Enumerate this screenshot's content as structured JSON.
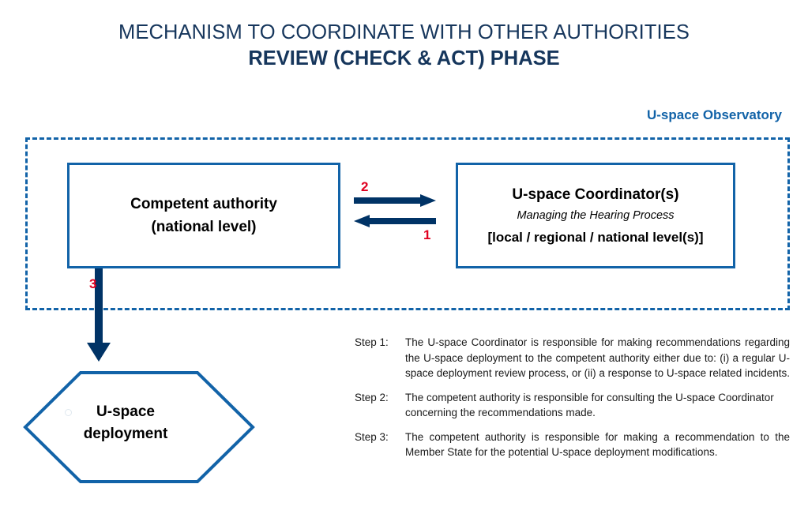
{
  "title": {
    "line1": "MECHANISM TO COORDINATE WITH OTHER AUTHORITIES",
    "line2": "REVIEW (CHECK & ACT) PHASE"
  },
  "container": {
    "label": "U-space Observatory"
  },
  "nodes": {
    "competent_authority": {
      "line1": "Competent authority",
      "line2": "(national level)"
    },
    "coordinator": {
      "title": "U-space Coordinator(s)",
      "subtitle": "Managing the Hearing Process",
      "levels": "[local / regional / national level(s)]"
    },
    "deployment": {
      "line1": "U-space",
      "line2": "deployment"
    }
  },
  "arrows": [
    {
      "id": "arrow-2",
      "number": "2",
      "direction": "right",
      "from": "competent_authority",
      "to": "coordinator"
    },
    {
      "id": "arrow-1",
      "number": "1",
      "direction": "left",
      "from": "coordinator",
      "to": "competent_authority"
    },
    {
      "id": "arrow-3",
      "number": "3",
      "direction": "down",
      "from": "competent_authority",
      "to": "deployment"
    }
  ],
  "steps": [
    {
      "label": "Step 1:",
      "text": "The U-space Coordinator is responsible for making recommendations regarding the U-space deployment to the competent authority either due to: (i) a regular U-space deployment review process, or (ii) a response to U-space related incidents."
    },
    {
      "label": "Step 2:",
      "text": "The competent authority is responsible for consulting the U-space Coordinator concerning the recommendations made."
    },
    {
      "label": "Step 3:",
      "text": "The competent authority is responsible for making a recommendation to the Member State for the potential U-space deployment modifications."
    }
  ],
  "colors": {
    "title_navy": "#16365C",
    "border_blue": "#1263A8",
    "arrow_navy": "#003366",
    "number_red": "#E00020",
    "text_black": "#000000"
  }
}
